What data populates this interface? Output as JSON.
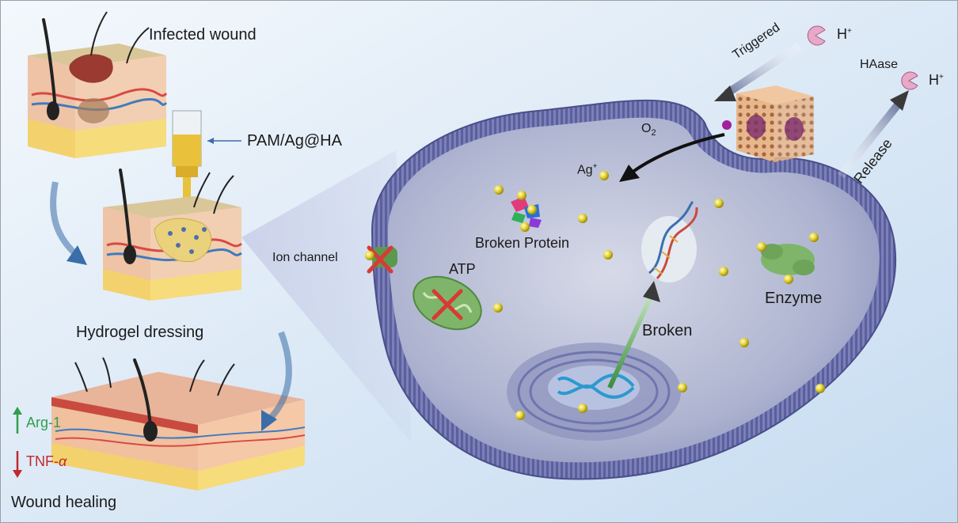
{
  "labels": {
    "infected_wound": "Infected wound",
    "pam_ag_ha": "PAM/Ag@HA",
    "hydrogel_dressing": "Hydrogel dressing",
    "wound_healing": "Wound healing",
    "arg1": "Arg-1",
    "tnf": "TNF-",
    "alpha": "α",
    "ion_channel": "Ion channel",
    "atp": "ATP",
    "broken_protein": "Broken Protein",
    "enzyme": "Enzyme",
    "broken": "Broken",
    "ag": "Ag",
    "ag_sup": "+",
    "o2_base": "O",
    "o2_sub": "2",
    "triggered": "Triggered",
    "release": "Release",
    "haase": "HAase",
    "h_plus_base": "H",
    "h_plus_sup": "+"
  },
  "colors": {
    "background": "#dbe9f7",
    "cell_inner": "#a9b1cf",
    "cell_membrane": "#6d72ae",
    "ag_particle": "#e6d83a",
    "up_arrow": "#2fa04a",
    "down_arrow": "#c0282d",
    "flow_arrow": "#3a6ea8",
    "enzyme_icon": "#e8a8c8",
    "hydrogel": "#e9d28a"
  },
  "icons": [
    "pacman-enzyme-icon",
    "ag-particle-icon",
    "red-cross-icon",
    "dna-helix-icon",
    "mitochondrion-icon",
    "nucleus-icon",
    "hydrogel-cube-icon",
    "skin-block-icon",
    "syringe-icon"
  ]
}
